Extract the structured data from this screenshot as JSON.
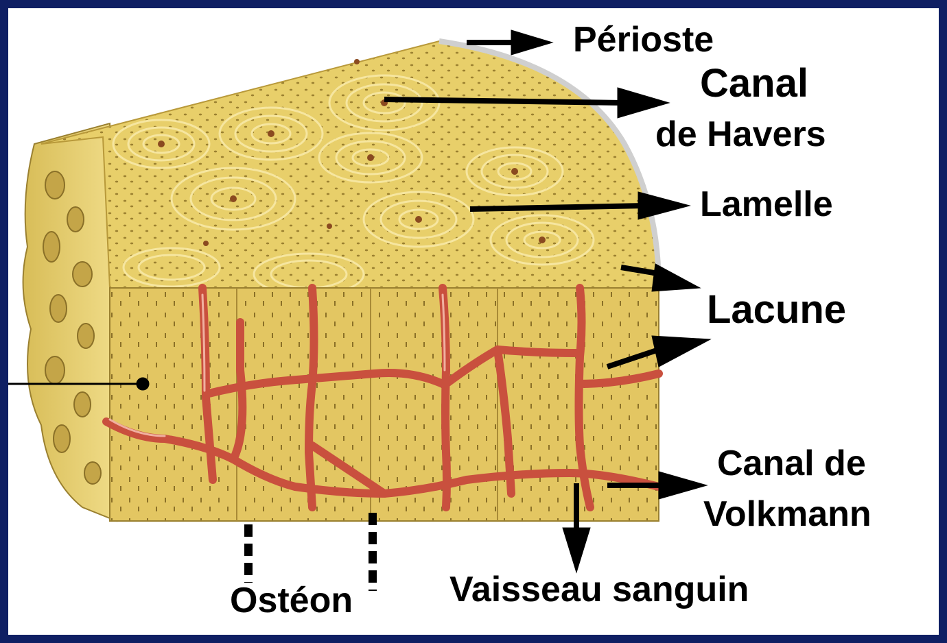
{
  "labels": {
    "periosteum": "Périoste",
    "haversian_line1": "Canal",
    "haversian_line2": "de Havers",
    "lamella": "Lamelle",
    "lacuna": "Lacune",
    "volkmann_line1": "Canal de",
    "volkmann_line2": "Volkmann",
    "blood_vessel": "Vaisseau sanguin",
    "osteon": "Ostéon"
  },
  "colors": {
    "frame": "#0f1f63",
    "background": "#ffffff",
    "bone": "#e8cf6a",
    "bone_light": "#f3e08e",
    "bone_dark": "#b8993a",
    "vessel": "#c9503e",
    "arrow": "#000000"
  }
}
